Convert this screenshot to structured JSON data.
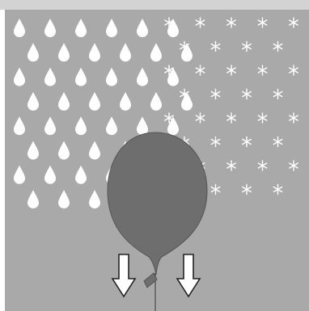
{
  "scene": {
    "background_color": "#a9a9a9",
    "frame_color": "#ffffff",
    "top_strip_color": "#d3d3d3",
    "rain": {
      "icon": "raindrop-icon",
      "color": "#ffffff",
      "rows": 8,
      "drops_per_row": [
        6,
        6,
        6,
        6,
        6,
        6,
        6,
        5
      ]
    },
    "snow": {
      "icon": "snowflake-icon",
      "glyph": "*",
      "color": "#ffffff",
      "rows": 8,
      "flakes_per_row": [
        5,
        4,
        5,
        4,
        5,
        4,
        5,
        4
      ]
    },
    "balloon": {
      "icon": "balloon-icon",
      "color": "#6e6e6e",
      "outline_color": "#555555",
      "string_color": "#333333"
    },
    "arrows": {
      "icon": "arrow-down-icon",
      "count": 2,
      "fill": "#ffffff",
      "stroke": "#222222"
    }
  }
}
